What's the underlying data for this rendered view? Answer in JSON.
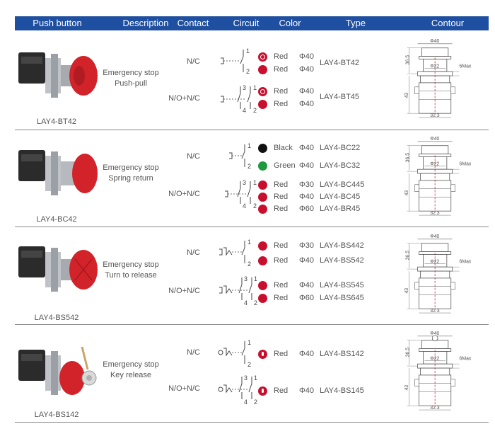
{
  "header": {
    "push_button": "Push button",
    "description": "Description",
    "contact": "Contact",
    "circuit": "Circuit",
    "color": "Color",
    "type": "Type",
    "contour": "Contour"
  },
  "contour_labels": {
    "d40": "Φ40",
    "d22": "Φ22",
    "h365": "36.5",
    "h43": "43",
    "w323": "32.3",
    "max6": "6Max"
  },
  "rows": [
    {
      "model": "LAY4-BT42",
      "desc1": "Emergency stop",
      "desc2": "Push-pull",
      "contact_nc": "N/C",
      "contact_nonc": "N/O+N/C",
      "colors": [
        {
          "color": "Red",
          "dia": "Φ40",
          "dot": "ring"
        },
        {
          "color": "Red",
          "dia": "Φ40",
          "dot": "solid"
        },
        {
          "color": "Red",
          "dia": "Φ40",
          "dot": "ring"
        },
        {
          "color": "Red",
          "dia": "Φ40",
          "dot": "solid"
        }
      ],
      "types": [
        "LAY4-BT42",
        "LAY4-BT45"
      ]
    },
    {
      "model": "LAY4-BC42",
      "desc1": "Emergency stop",
      "desc2": "Spring return",
      "contact_nc": "N/C",
      "contact_nonc": "N/O+N/C",
      "colors": [
        {
          "color": "Black",
          "dia": "Φ40",
          "type": "LAY4-BC22"
        },
        {
          "color": "Green",
          "dia": "Φ40",
          "type": "LAY4-BC32"
        },
        {
          "color": "Red",
          "dia": "Φ30",
          "type": "LAY4-BC445"
        },
        {
          "color": "Red",
          "dia": "Φ40",
          "type": "LAY4-BC45"
        },
        {
          "color": "Red",
          "dia": "Φ60",
          "type": "LAY4-BR45"
        }
      ]
    },
    {
      "model": "LAY4-BS542",
      "desc1": "Emergency stop",
      "desc2": "Turn to release",
      "contact_nc": "N/C",
      "contact_nonc": "N/O+N/C",
      "colors": [
        {
          "color": "Red",
          "dia": "Φ30",
          "type": "LAY4-BS442"
        },
        {
          "color": "Red",
          "dia": "Φ40",
          "type": "LAY4-BS542"
        },
        {
          "color": "Red",
          "dia": "Φ40",
          "type": "LAY4-BS545"
        },
        {
          "color": "Red",
          "dia": "Φ60",
          "type": "LAY4-BS645"
        }
      ]
    },
    {
      "model": "LAY4-BS142",
      "desc1": "Emergency stop",
      "desc2": "Key release",
      "contact_nc": "N/C",
      "contact_nonc": "N/O+N/C",
      "colors": [
        {
          "color": "Red",
          "dia": "Φ40",
          "type": "LAY4-BS142"
        },
        {
          "color": "Red",
          "dia": "Φ40",
          "type": "LAY4-BS145"
        }
      ]
    }
  ],
  "circuit_labels": {
    "n1": "1",
    "n2": "2",
    "n3": "3",
    "n4": "4"
  },
  "palette": {
    "header_bg": "#1f4fa0",
    "red": "#c8102e",
    "black": "#111111",
    "green": "#1e9a3e"
  }
}
